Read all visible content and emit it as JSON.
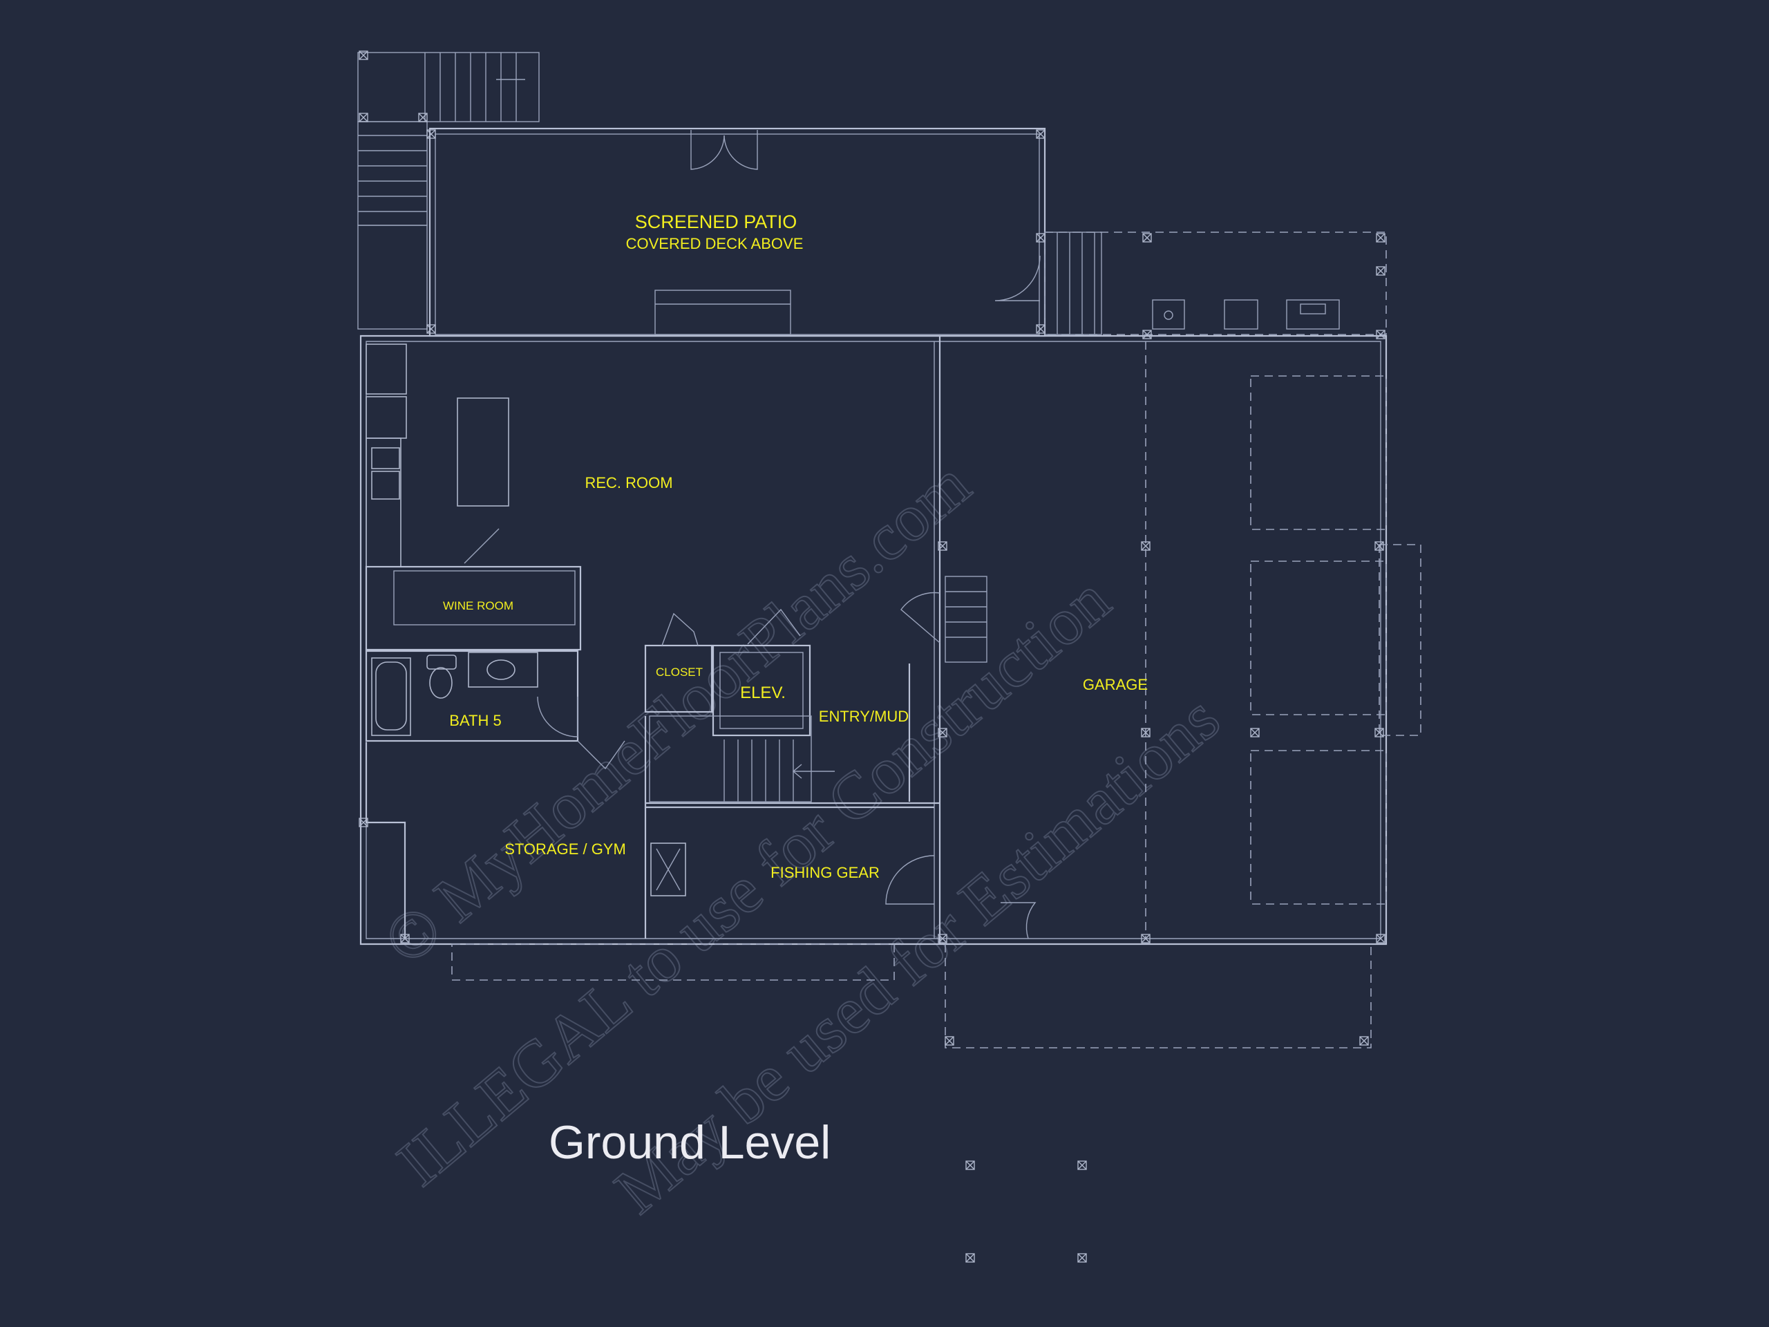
{
  "plan": {
    "title": "Ground Level",
    "watermark": {
      "line1": "© MyHomeFloorPlans.com",
      "line2": "ILLEGAL to use for Construction",
      "line3": "May be used for Estimations"
    },
    "rooms": {
      "screened_patio": "SCREENED PATIO",
      "covered_deck": "COVERED DECK ABOVE",
      "rec_room": "REC. ROOM",
      "wine_room": "WINE ROOM",
      "bath": "BATH 5",
      "closet": "CLOSET",
      "elevator": "ELEV.",
      "entry_mud": "ENTRY/MUD",
      "garage": "GARAGE",
      "storage_gym": "STORAGE / GYM",
      "fishing_gear": "FISHING GEAR"
    },
    "colors": {
      "background": "#232a3d",
      "line": "#b9c1d6",
      "label": "#f2ee1f",
      "title": "#ececf2"
    }
  }
}
